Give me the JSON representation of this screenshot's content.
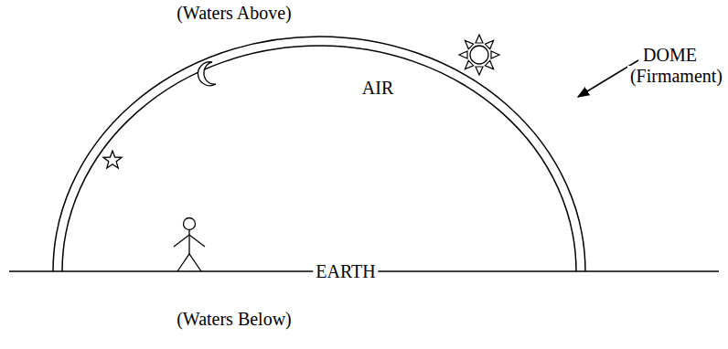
{
  "diagram": {
    "labels": [
      "(Waters Above)",
      "DOME",
      "(Firmament)",
      "AIR",
      "EARTH",
      "(Waters Below)"
    ]
  }
}
